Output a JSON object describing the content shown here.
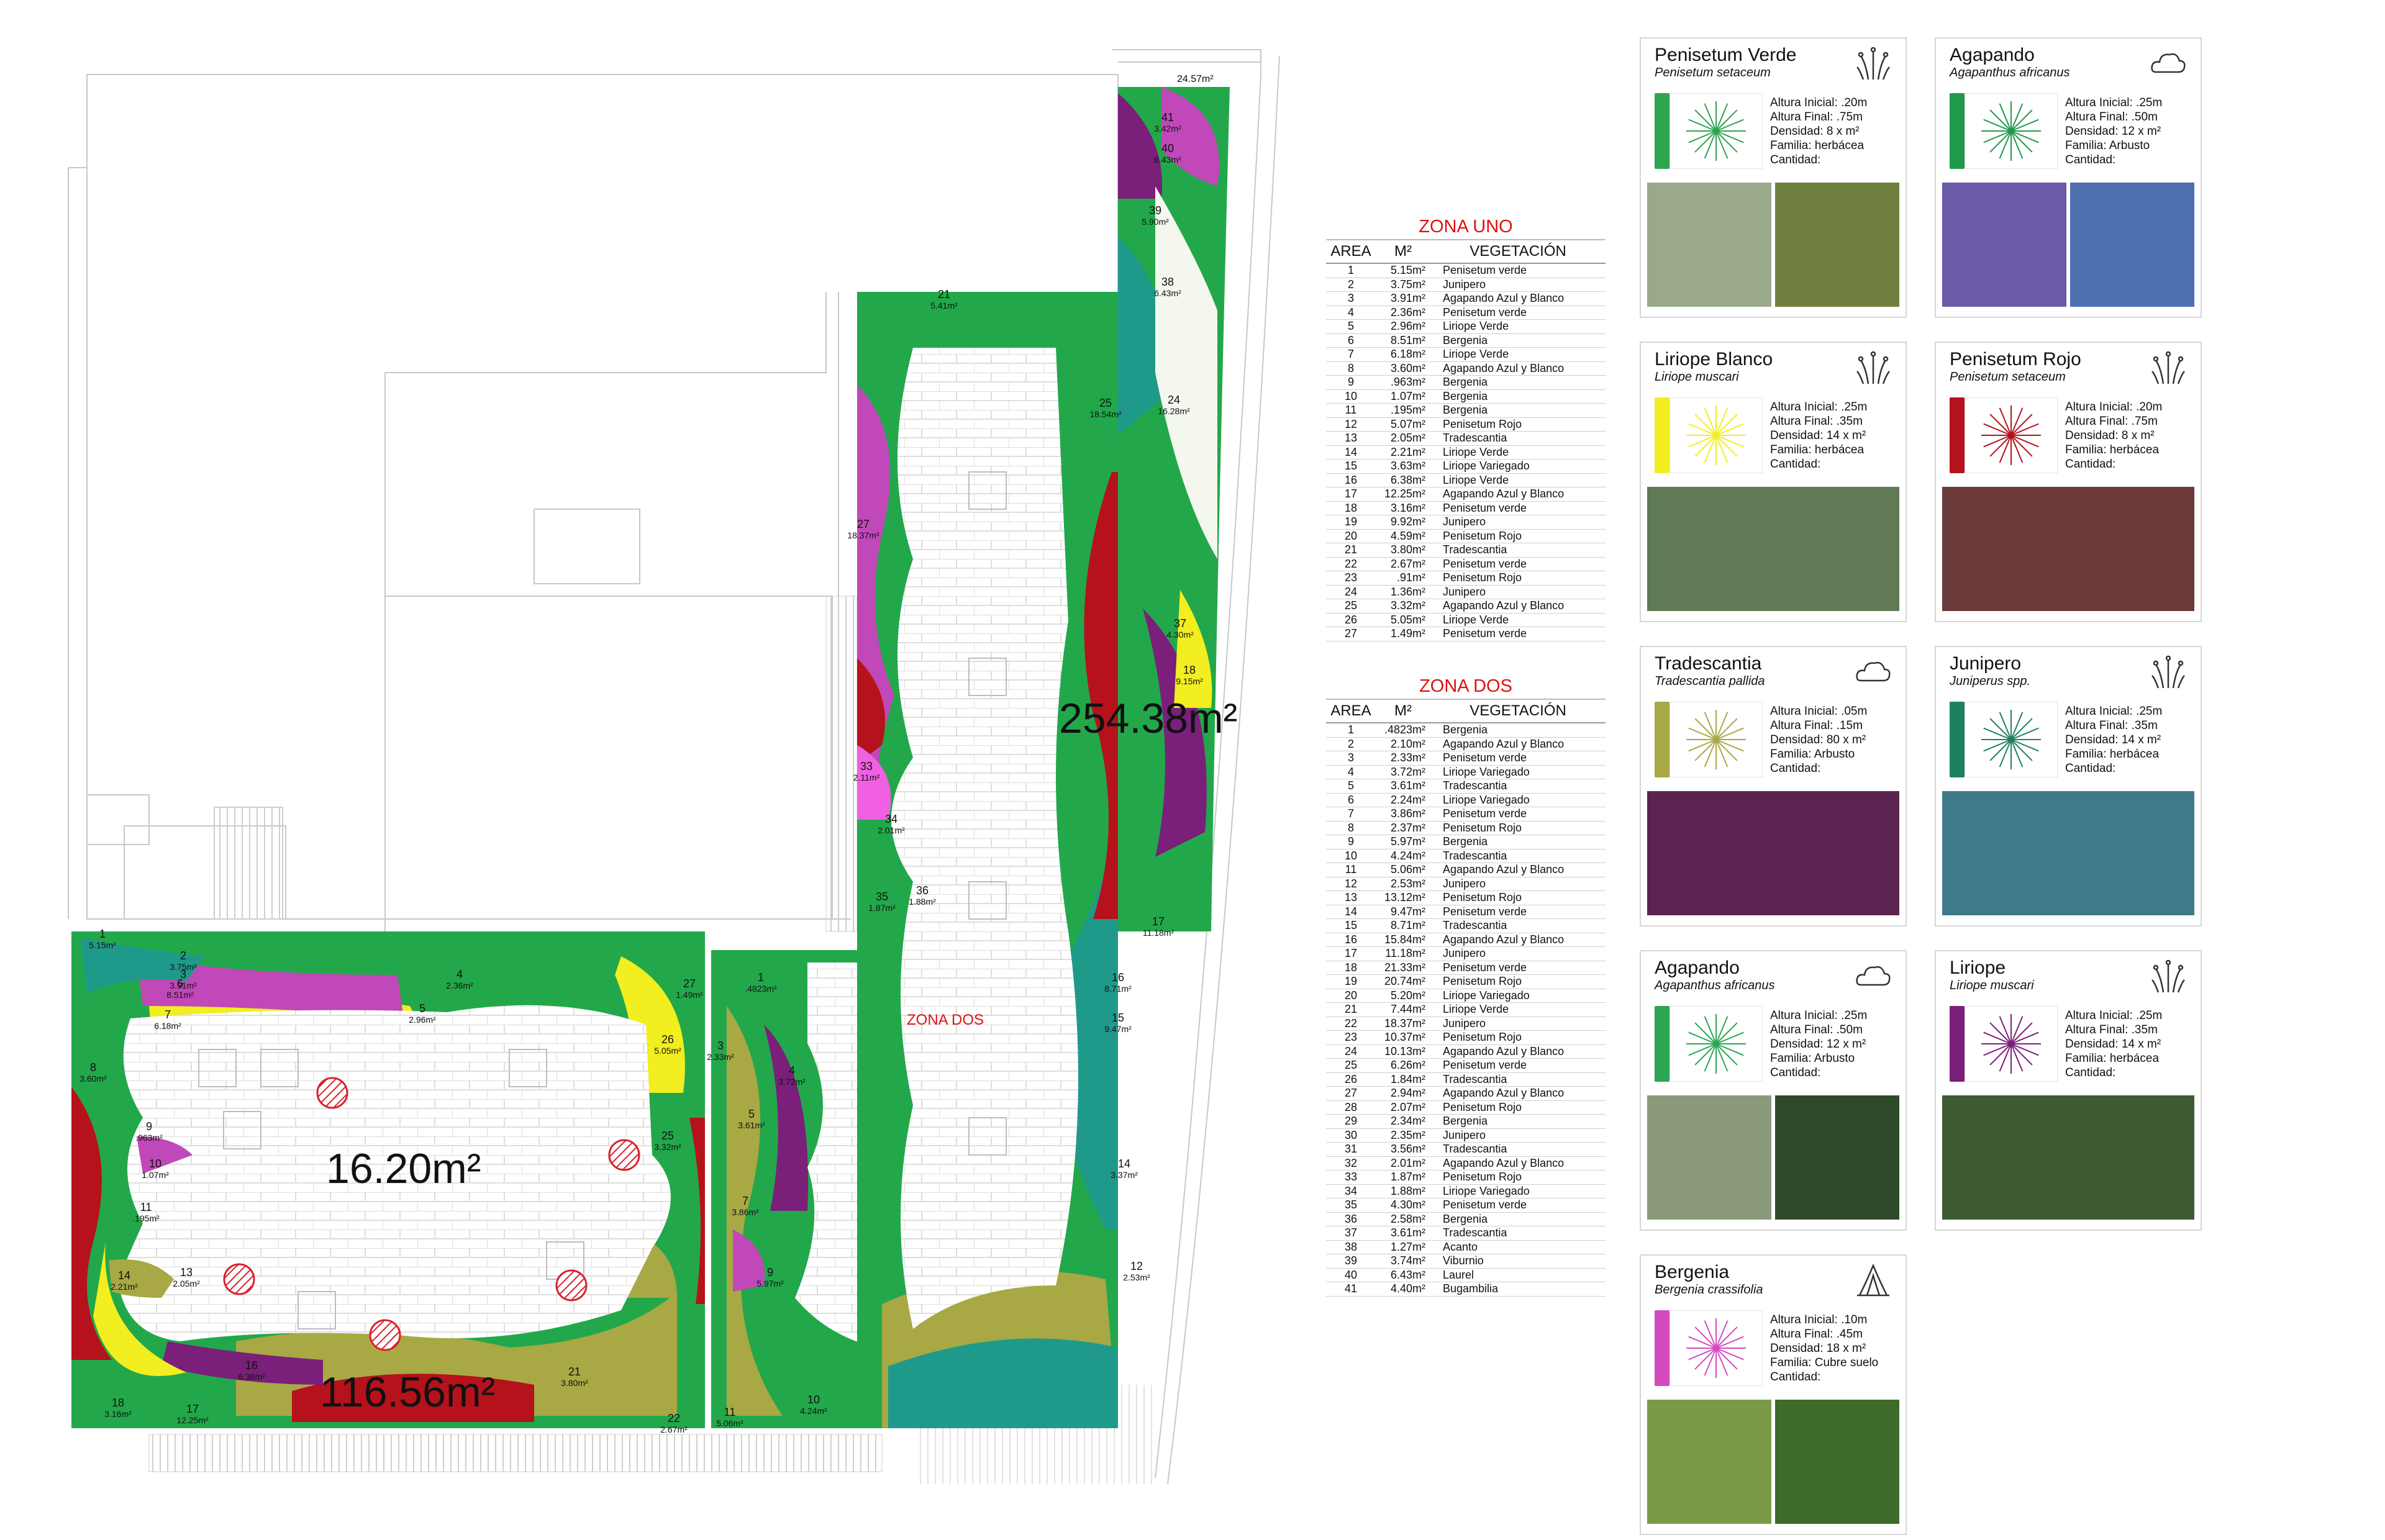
{
  "plan": {
    "zone_area_labels": [
      "16.20m²",
      "116.56m²",
      "254.38m²"
    ],
    "zone_dos_label": "ZONA DOS",
    "top_strip_area": "24.57m²",
    "zone_uno_plan_labels": [
      {
        "n": "1",
        "a": "5.15m²"
      },
      {
        "n": "2",
        "a": "3.75m²"
      },
      {
        "n": "3",
        "a": "3.91m²"
      },
      {
        "n": "4",
        "a": "2.36m²"
      },
      {
        "n": "5",
        "a": "2.96m²"
      },
      {
        "n": "6",
        "a": "8.51m²"
      },
      {
        "n": "7",
        "a": "6.18m²"
      },
      {
        "n": "8",
        "a": "3.60m²"
      },
      {
        "n": "9",
        "a": ".963m²"
      },
      {
        "n": "10",
        "a": "1.07m²"
      },
      {
        "n": "11",
        "a": ".195m²"
      },
      {
        "n": "13",
        "a": "2.05m²"
      },
      {
        "n": "14",
        "a": "2.21m²"
      },
      {
        "n": "16",
        "a": "6.38m²"
      },
      {
        "n": "17",
        "a": "12.25m²"
      },
      {
        "n": "18",
        "a": "3.16m²"
      },
      {
        "n": "21",
        "a": "3.80m²"
      },
      {
        "n": "22",
        "a": "2.67m²"
      },
      {
        "n": "25",
        "a": "3.32m²"
      },
      {
        "n": "26",
        "a": "5.05m²"
      },
      {
        "n": "27",
        "a": "1.49m²"
      }
    ],
    "zone_dos_plan_labels": [
      {
        "n": "1",
        "a": ".4823m²"
      },
      {
        "n": "3",
        "a": "2.33m²"
      },
      {
        "n": "4",
        "a": "3.72m²"
      },
      {
        "n": "5",
        "a": "3.61m²"
      },
      {
        "n": "7",
        "a": "3.86m²"
      },
      {
        "n": "9",
        "a": "5.97m²"
      },
      {
        "n": "10",
        "a": "4.24m²"
      },
      {
        "n": "11",
        "a": "5.06m²"
      },
      {
        "n": "12",
        "a": "2.53m²"
      },
      {
        "n": "14",
        "a": "3.37m²"
      },
      {
        "n": "15",
        "a": "9.47m²"
      },
      {
        "n": "16",
        "a": "8.71m²"
      },
      {
        "n": "17",
        "a": "11.18m²"
      },
      {
        "n": "18",
        "a": "9.15m²"
      },
      {
        "n": "21",
        "a": "5.41m²"
      },
      {
        "n": "24",
        "a": "16.28m²"
      },
      {
        "n": "25",
        "a": "18.54m²"
      },
      {
        "n": "27",
        "a": "18.37m²"
      },
      {
        "n": "33",
        "a": "2.11m²"
      },
      {
        "n": "34",
        "a": "2.01m²"
      },
      {
        "n": "35",
        "a": "1.87m²"
      },
      {
        "n": "36",
        "a": "1.88m²"
      },
      {
        "n": "37",
        "a": "4.30m²"
      },
      {
        "n": "38",
        "a": "6.43m²"
      },
      {
        "n": "39",
        "a": "5.90m²"
      },
      {
        "n": "40",
        "a": "6.43m²"
      },
      {
        "n": "41",
        "a": "3.42m²"
      }
    ]
  },
  "zona_uno": {
    "title": "ZONA UNO",
    "headers": [
      "AREA",
      "M²",
      "VEGETACIÓN"
    ],
    "rows": [
      [
        "1",
        "5.15m²",
        "Penisetum verde"
      ],
      [
        "2",
        "3.75m²",
        "Junipero"
      ],
      [
        "3",
        "3.91m²",
        "Agapando Azul y Blanco"
      ],
      [
        "4",
        "2.36m²",
        "Penisetum verde"
      ],
      [
        "5",
        "2.96m²",
        "Liriope Verde"
      ],
      [
        "6",
        "8.51m²",
        "Bergenia"
      ],
      [
        "7",
        "6.18m²",
        "Liriope Verde"
      ],
      [
        "8",
        "3.60m²",
        "Agapando Azul y Blanco"
      ],
      [
        "9",
        ".963m²",
        "Bergenia"
      ],
      [
        "10",
        "1.07m²",
        "Bergenia"
      ],
      [
        "11",
        ".195m²",
        "Bergenia"
      ],
      [
        "12",
        "5.07m²",
        "Penisetum Rojo"
      ],
      [
        "13",
        "2.05m²",
        "Tradescantia"
      ],
      [
        "14",
        "2.21m²",
        "Liriope Verde"
      ],
      [
        "15",
        "3.63m²",
        "Liriope Variegado"
      ],
      [
        "16",
        "6.38m²",
        "Liriope Verde"
      ],
      [
        "17",
        "12.25m²",
        "Agapando Azul y Blanco"
      ],
      [
        "18",
        "3.16m²",
        "Penisetum verde"
      ],
      [
        "19",
        "9.92m²",
        "Junipero"
      ],
      [
        "20",
        "4.59m²",
        "Penisetum Rojo"
      ],
      [
        "21",
        "3.80m²",
        "Tradescantia"
      ],
      [
        "22",
        "2.67m²",
        "Penisetum verde"
      ],
      [
        "23",
        ".91m²",
        "Penisetum Rojo"
      ],
      [
        "24",
        "1.36m²",
        "Junipero"
      ],
      [
        "25",
        "3.32m²",
        "Agapando Azul y Blanco"
      ],
      [
        "26",
        "5.05m²",
        "Liriope Verde"
      ],
      [
        "27",
        "1.49m²",
        "Penisetum verde"
      ]
    ]
  },
  "zona_dos": {
    "title": "ZONA DOS",
    "headers": [
      "AREA",
      "M²",
      "VEGETACIÓN"
    ],
    "rows": [
      [
        "1",
        ".4823m²",
        "Bergenia"
      ],
      [
        "2",
        "2.10m²",
        "Agapando Azul y Blanco"
      ],
      [
        "3",
        "2.33m²",
        "Penisetum verde"
      ],
      [
        "4",
        "3.72m²",
        "Liriope Variegado"
      ],
      [
        "5",
        "3.61m²",
        "Tradescantia"
      ],
      [
        "6",
        "2.24m²",
        "Liriope Variegado"
      ],
      [
        "7",
        "3.86m²",
        "Penisetum verde"
      ],
      [
        "8",
        "2.37m²",
        "Penisetum Rojo"
      ],
      [
        "9",
        "5.97m²",
        "Bergenia"
      ],
      [
        "10",
        "4.24m²",
        "Tradescantia"
      ],
      [
        "11",
        "5.06m²",
        "Agapando Azul y Blanco"
      ],
      [
        "12",
        "2.53m²",
        "Junipero"
      ],
      [
        "13",
        "13.12m²",
        "Penisetum Rojo"
      ],
      [
        "14",
        "9.47m²",
        "Penisetum verde"
      ],
      [
        "15",
        "8.71m²",
        "Tradescantia"
      ],
      [
        "16",
        "15.84m²",
        "Agapando Azul y Blanco"
      ],
      [
        "17",
        "11.18m²",
        "Junipero"
      ],
      [
        "18",
        "21.33m²",
        "Penisetum verde"
      ],
      [
        "19",
        "20.74m²",
        "Penisetum Rojo"
      ],
      [
        "20",
        "5.20m²",
        "Liriope Variegado"
      ],
      [
        "21",
        "7.44m²",
        "Liriope Verde"
      ],
      [
        "22",
        "18.37m²",
        "Junipero"
      ],
      [
        "23",
        "10.37m²",
        "Penisetum Rojo"
      ],
      [
        "24",
        "10.13m²",
        "Agapando Azul y Blanco"
      ],
      [
        "25",
        "6.26m²",
        "Penisetum verde"
      ],
      [
        "26",
        "1.84m²",
        "Tradescantia"
      ],
      [
        "27",
        "2.94m²",
        "Agapando Azul y Blanco"
      ],
      [
        "28",
        "2.07m²",
        "Penisetum Rojo"
      ],
      [
        "29",
        "2.34m²",
        "Bergenia"
      ],
      [
        "30",
        "2.35m²",
        "Junipero"
      ],
      [
        "31",
        "3.56m²",
        "Tradescantia"
      ],
      [
        "32",
        "2.01m²",
        "Agapando Azul y Blanco"
      ],
      [
        "33",
        "1.87m²",
        "Penisetum Rojo"
      ],
      [
        "34",
        "1.88m²",
        "Liriope Variegado"
      ],
      [
        "35",
        "4.30m²",
        "Penisetum verde"
      ],
      [
        "36",
        "2.58m²",
        "Bergenia"
      ],
      [
        "37",
        "3.61m²",
        "Tradescantia"
      ],
      [
        "38",
        "1.27m²",
        "Acanto"
      ],
      [
        "39",
        "3.74m²",
        "Viburnio"
      ],
      [
        "40",
        "6.43m²",
        "Laurel"
      ],
      [
        "41",
        "4.40m²",
        "Bugambilia"
      ]
    ]
  },
  "labels": {
    "altura_inicial": "Altura Inicial:",
    "altura_final": "Altura Final:",
    "densidad": "Densidad:",
    "familia": "Familia:",
    "cantidad": "Cantidad:"
  },
  "plants": [
    {
      "name": "Penisetum Verde",
      "sci": "Penisetum setaceum",
      "ai": ".20m",
      "af": ".75m",
      "dens": "8 x m²",
      "fam": "herbácea",
      "icon": "grass-icon",
      "color": "#2ea44f",
      "photos": [
        "#9aa98a",
        "#6f7f3e"
      ]
    },
    {
      "name": "Agapando",
      "sci": "Agapanthus africanus",
      "ai": ".25m",
      "af": ".50m",
      "dens": "12 x m²",
      "fam": "Arbusto",
      "icon": "cloud-icon",
      "color": "#1f9a4a",
      "photos": [
        "#6a5aa8",
        "#4e6fb0"
      ]
    },
    {
      "name": "Liriope Blanco",
      "sci": "Liriope muscari",
      "ai": ".25m",
      "af": ".35m",
      "dens": "14 x m²",
      "fam": "herbácea",
      "icon": "grass-icon",
      "color": "#f2ee20",
      "photos": [
        "#5f7a55"
      ]
    },
    {
      "name": "Penisetum Rojo",
      "sci": "Penisetum setaceum",
      "ai": ".20m",
      "af": ".75m",
      "dens": "8 x m²",
      "fam": "herbácea",
      "icon": "grass-icon",
      "color": "#b5121b",
      "photos": [
        "#6a3a3a"
      ]
    },
    {
      "name": "Tradescantia",
      "sci": "Tradescantia pallida",
      "ai": ".05m",
      "af": ".15m",
      "dens": "80 x m²",
      "fam": "Arbusto",
      "icon": "cloud-icon",
      "color": "#a8a845",
      "photos": [
        "#5b2450"
      ]
    },
    {
      "name": "Junipero",
      "sci": "Juniperus spp.",
      "ai": ".25m",
      "af": ".35m",
      "dens": "14 x m²",
      "fam": "herbácea",
      "icon": "grass-icon",
      "color": "#1e8060",
      "photos": [
        "#3f7a8a"
      ]
    },
    {
      "name": "Agapando",
      "sci": "Agapanthus africanus",
      "ai": ".25m",
      "af": ".50m",
      "dens": "12 x m²",
      "fam": "Arbusto",
      "icon": "cloud-icon",
      "color": "#2aa650",
      "photos": [
        "#8a9a7a",
        "#2f4a2a"
      ]
    },
    {
      "name": "Liriope",
      "sci": "Liriope muscari",
      "ai": ".25m",
      "af": ".35m",
      "dens": "14 x m²",
      "fam": "herbácea",
      "icon": "grass-icon",
      "color": "#7a1f7a",
      "photos": [
        "#3d5a33"
      ]
    },
    {
      "name": "Bergenia",
      "sci": "Bergenia crassifolia",
      "ai": ".10m",
      "af": ".45m",
      "dens": "18 x m²",
      "fam": "Cubre suelo",
      "icon": "leaf-icon",
      "color": "#d44bc0",
      "photos": [
        "#7a9a4a",
        "#3e6a2a"
      ]
    }
  ]
}
